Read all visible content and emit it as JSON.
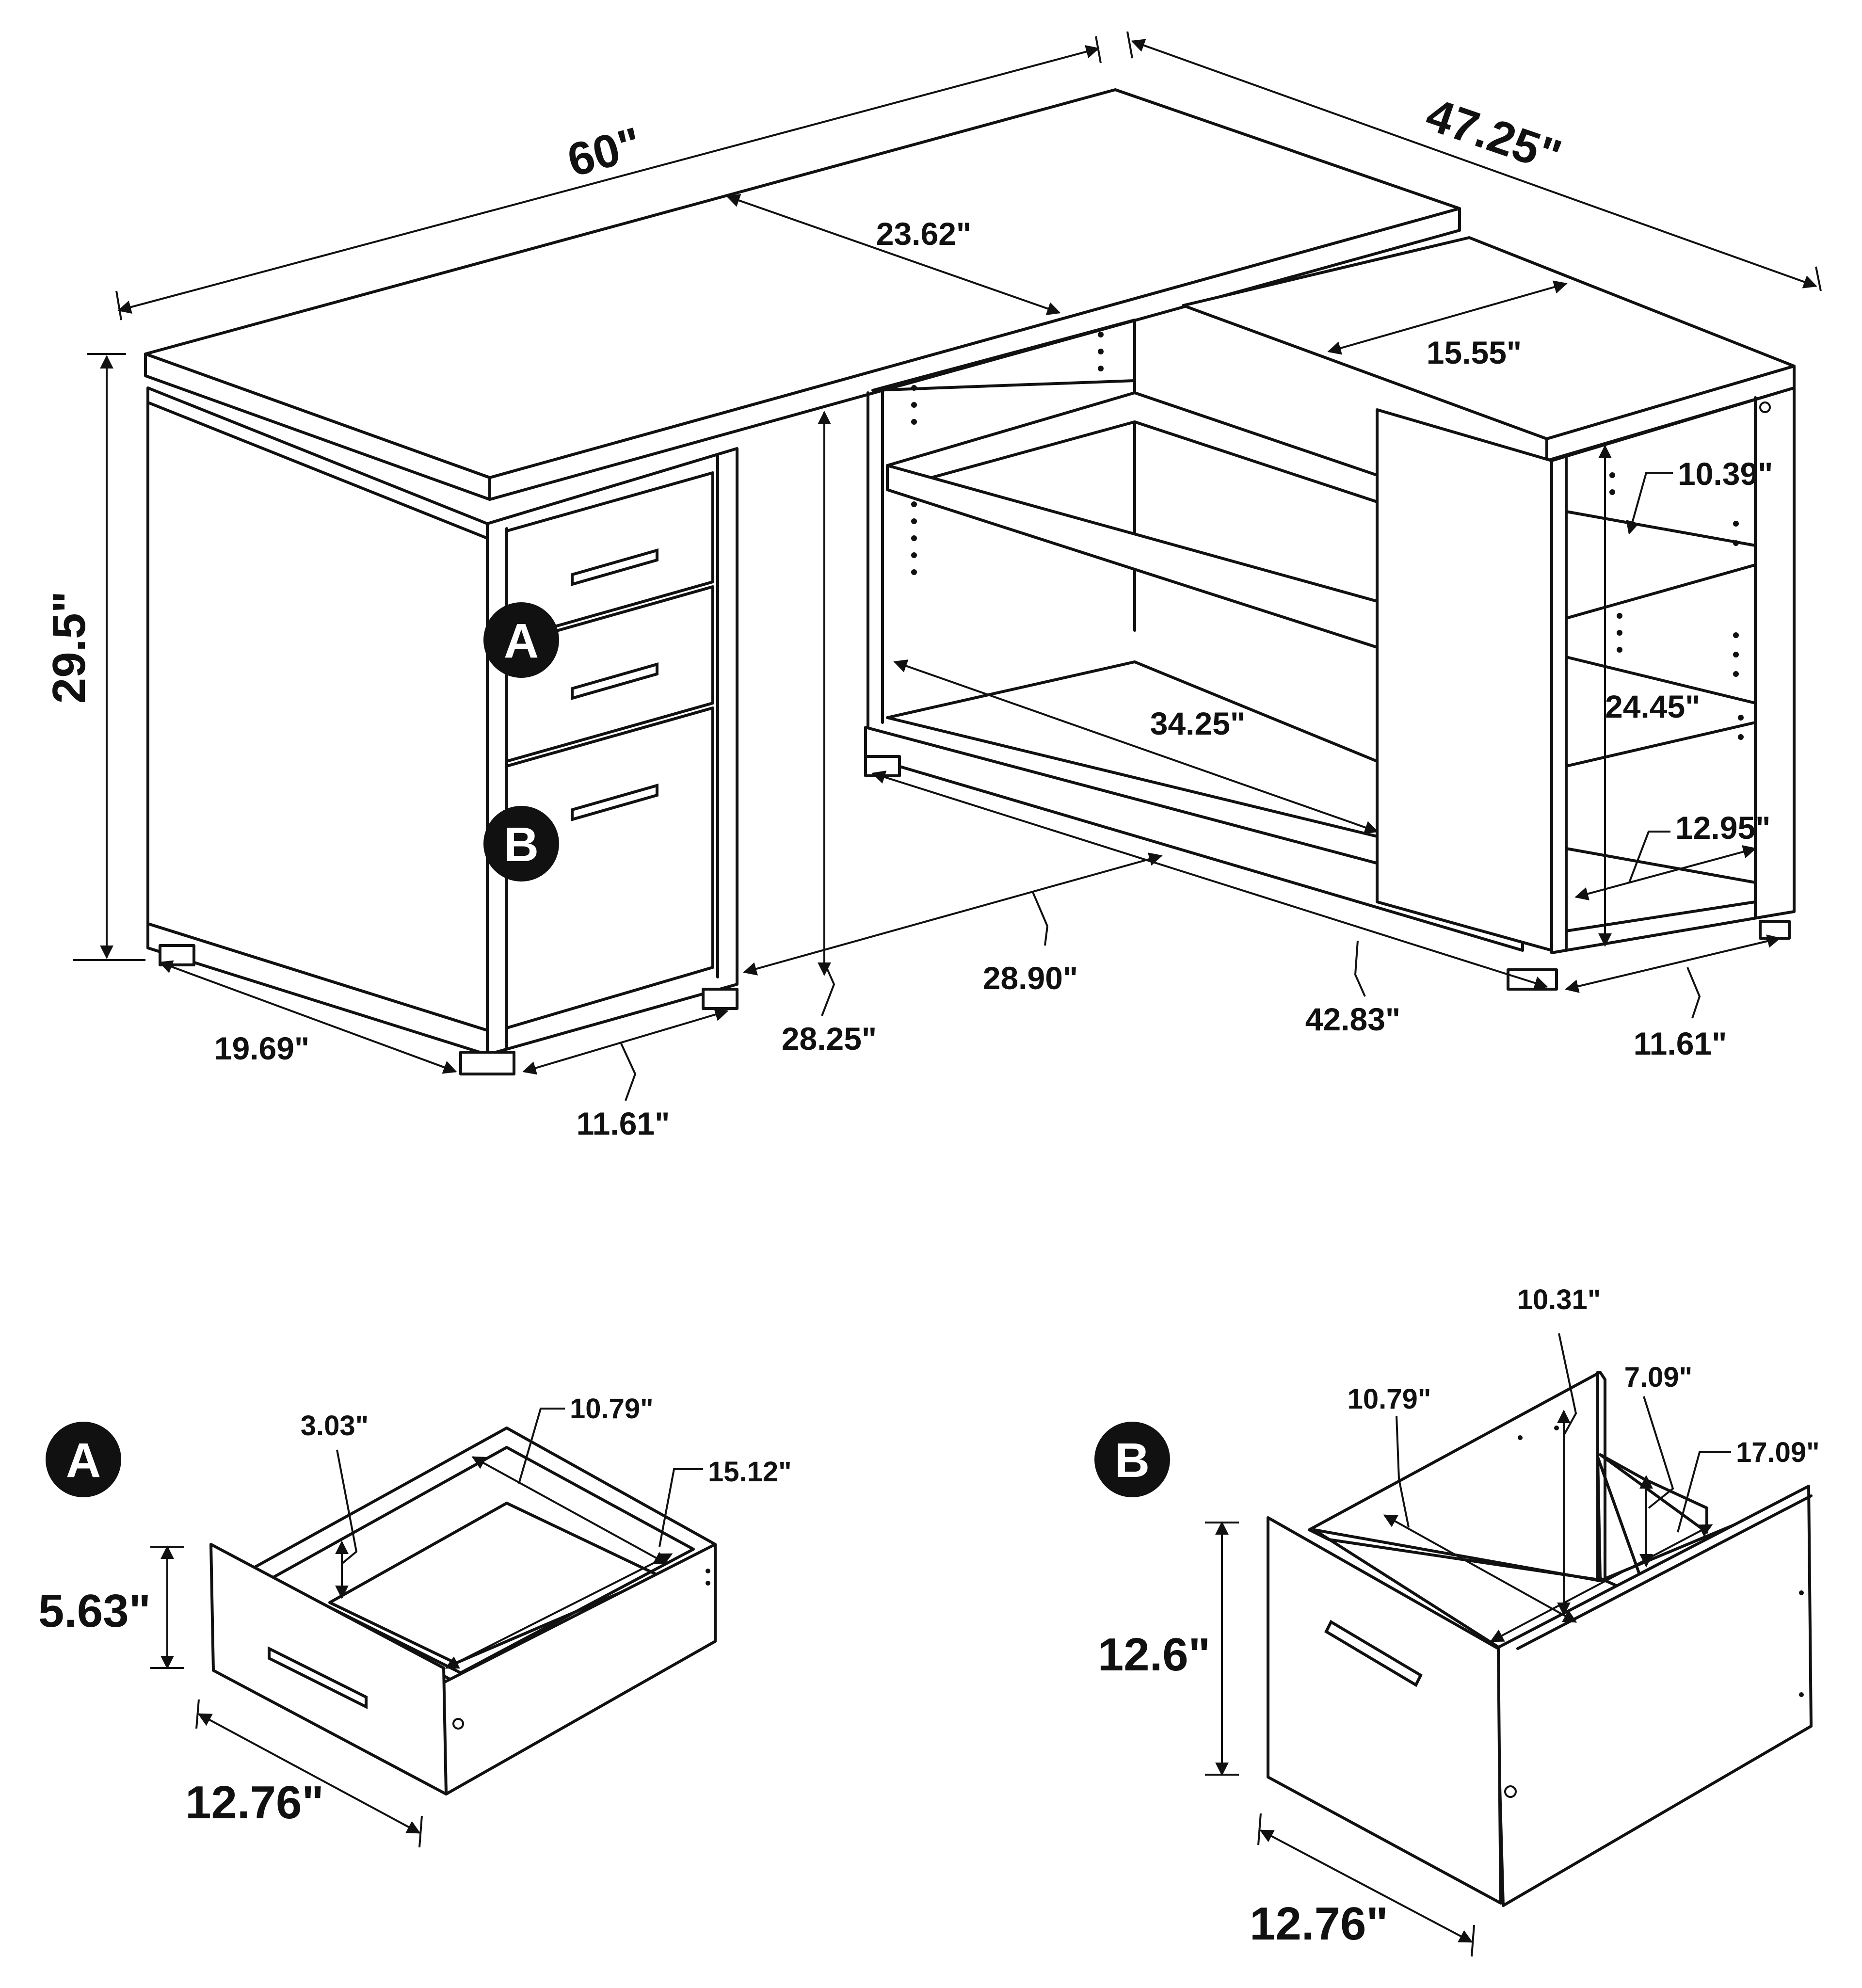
{
  "overall": {
    "width": "60\"",
    "depth": "47.25\"",
    "height": "29.5\""
  },
  "desk": {
    "top_depth": "23.62\"",
    "return_top_width": "15.55\"",
    "shelf_depth_upper": "10.39\"",
    "knee_width": "34.25\"",
    "shelf_height": "24.45\"",
    "shelf_depth_lower": "12.95\"",
    "inner_width": "28.90\"",
    "knee_height": "28.25\"",
    "return_length": "42.83\"",
    "return_depth": "11.61\"",
    "pedestal_depth": "19.69\"",
    "pedestal_width": "11.61\""
  },
  "markers": {
    "a": "A",
    "b": "B"
  },
  "drawer_a": {
    "label": "A",
    "inner_height": "3.03\"",
    "inner_width": "10.79\"",
    "inner_depth": "15.12\"",
    "front_height": "5.63\"",
    "front_width": "12.76\""
  },
  "drawer_b": {
    "label": "B",
    "rail_height": "10.31\"",
    "inner_width": "10.79\"",
    "side_height": "7.09\"",
    "inner_depth": "17.09\"",
    "front_height": "12.6\"",
    "front_width": "12.76\""
  }
}
